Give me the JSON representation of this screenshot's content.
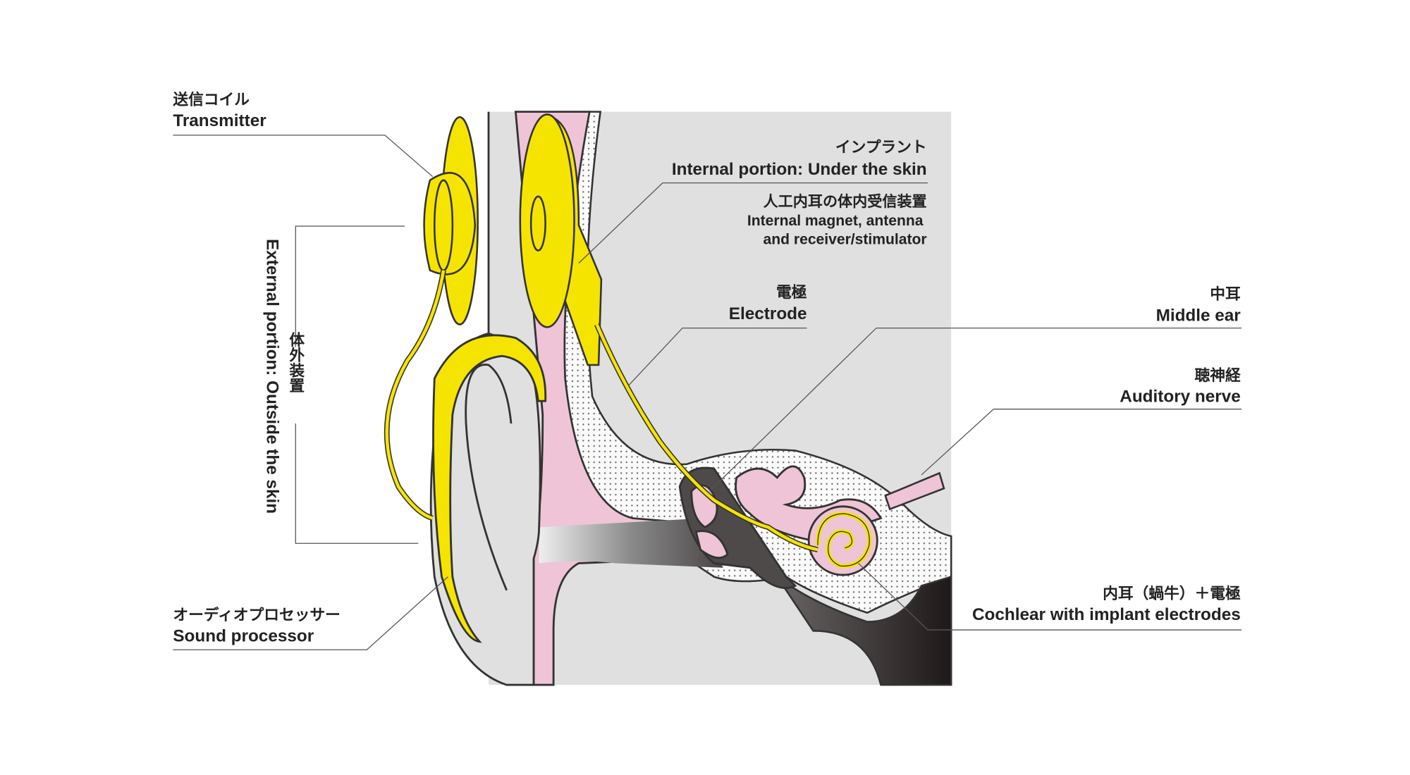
{
  "labels": {
    "transmitter": {
      "jp": "送信コイル",
      "en": "Transmitter"
    },
    "external": {
      "jp": "体外装置",
      "en": "External portion: Outside the skin"
    },
    "sound_processor": {
      "jp": "オーディオプロセッサー",
      "en": "Sound processor"
    },
    "implant": {
      "jp": "インプラント",
      "en": "Internal portion: Under the skin"
    },
    "receiver": {
      "jp": "人工内耳の体内受信装置",
      "en_line1": "Internal magnet, antenna",
      "en_line2": "and receiver/stimulator"
    },
    "electrode": {
      "jp": "電極",
      "en": "Electrode"
    },
    "middle_ear": {
      "jp": "中耳",
      "en": "Middle ear"
    },
    "auditory_nerve": {
      "jp": "聴神経",
      "en": "Auditory nerve"
    },
    "cochlear": {
      "jp": "内耳（蝸牛）＋電極",
      "en": "Cochlear with implant electrodes"
    }
  },
  "colors": {
    "device": "#f5e400",
    "skin": "#eec4d6",
    "tissue": "#e0e0e0",
    "dark": "#2a2322"
  }
}
